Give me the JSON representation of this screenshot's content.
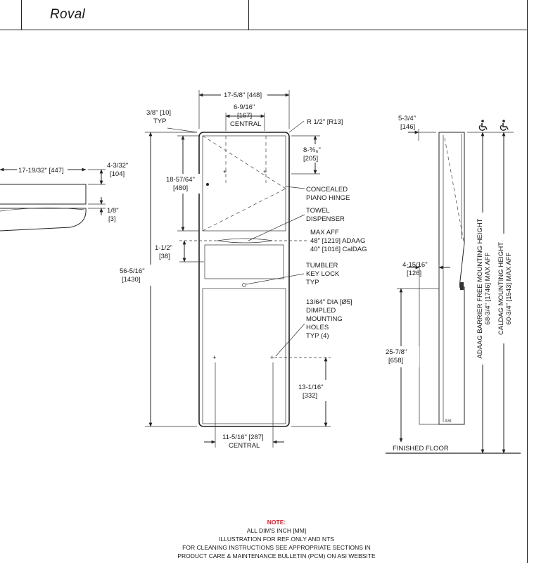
{
  "header": {
    "brand": "Roval"
  },
  "side_view": {
    "w": "17-19/32\" [447]",
    "h": "4-3/32\"",
    "h_mm": "[104]",
    "t": "1/8\"",
    "t_mm": "[3]"
  },
  "front_view": {
    "overall_w": "17-5/8\" [448]",
    "central_top": "6-9/16\"",
    "central_top_mm": "[167]",
    "central_top_lbl": "CENTRAL",
    "edge": "3/8\" [10]",
    "edge_lbl": "TYP",
    "radius": "R 1/2\" [R13]",
    "upper_h": "18-57/64\"",
    "upper_h_mm": "[480]",
    "hole_top": "8-⅗₆\"",
    "hole_top_mm": "[205]",
    "small": "1-1/2\"",
    "small_mm": "[38]",
    "overall_h": "56-5/16\"",
    "overall_h_mm": "[1430]",
    "lower_h": "13-1/16\"",
    "lower_h_mm": "[332]",
    "central_bot": "11-5/16\" [287]",
    "central_bot_lbl": "CENTRAL"
  },
  "callouts": {
    "hinge": [
      "CONCEALED",
      "PIANO HINGE"
    ],
    "towel": [
      "TOWEL",
      "DISPENSER"
    ],
    "aff": [
      "MAX AFF",
      "48\" [1219] ADAAG",
      "40\" [1016] CalDAG"
    ],
    "lock": [
      "TUMBLER",
      "KEY LOCK",
      "TYP"
    ],
    "holes": [
      "13/64\" DIA [Ø5]",
      "DIMPLED",
      "MOUNTING",
      "HOLES",
      "TYP (4)"
    ]
  },
  "profile_view": {
    "depth": "5-3/4\"",
    "depth_mm": "[146]",
    "recess": "4-15/16\"",
    "recess_mm": "[126]",
    "height": "25-7/8\"",
    "height_mm": "[658]",
    "floor": "FINISHED FLOOR",
    "adaag1": "ADAAG BARRIER FREE MOUNTING HEIGHT",
    "adaag2": "68-3/4\" [1746] MAX AFF",
    "caldag1": "CALDAG MOUNTING HEIGHT",
    "caldag2": "60-3/4\" [1543] MAX AFF"
  },
  "note": {
    "title": "NOTE:",
    "lines": [
      "ALL DIM'S INCH [MM]",
      "ILLUSTRATION FOR REF ONLY AND NTS",
      "FOR CLEANING INSTRUCTIONS SEE APPROPRIATE SECTIONS IN",
      "PRODUCT CARE & MAINTENANCE BULLETIN (PCM) ON ASI WEBSITE"
    ]
  }
}
